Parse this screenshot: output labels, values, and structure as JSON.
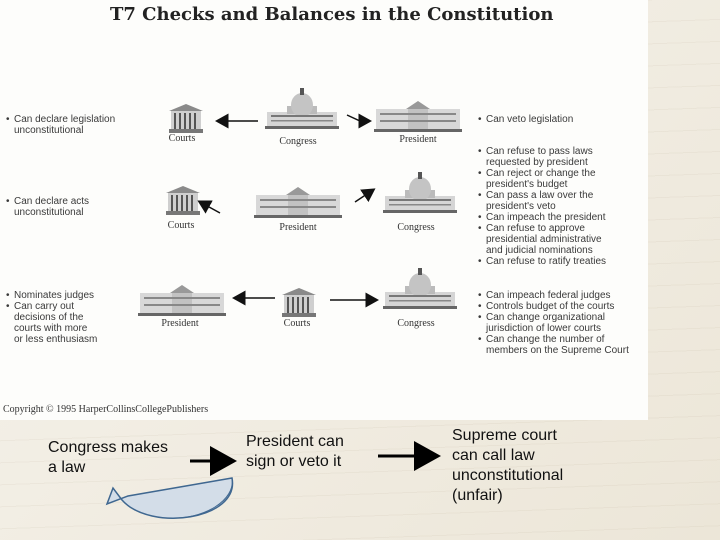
{
  "title": "T7  Checks and Balances in the Constitution",
  "copyright": "Copyright © 1995 HarperCollinsCollegePublishers",
  "rows": [
    {
      "left_bullets": [
        "Can declare legislation\nunconstitutional"
      ],
      "buildings": [
        "Courts",
        "Congress",
        "President"
      ],
      "right_bullets": [
        "Can veto legislation"
      ]
    },
    {
      "left_bullets": [
        "Can declare acts\nunconstitutional"
      ],
      "buildings": [
        "Courts",
        "President",
        "Congress"
      ],
      "right_bullets": [
        "Can refuse to pass laws\nrequested by president",
        "Can reject or change the\npresident's budget",
        "Can pass a law over the\npresident's veto",
        "Can impeach the president",
        "Can refuse to approve\npresidential administrative\nand judicial nominations",
        "Can refuse to ratify treaties"
      ]
    },
    {
      "left_bullets": [
        "Nominates judges",
        "Can carry out\ndecisions of the\ncourts with more\nor less enthusiasm"
      ],
      "buildings": [
        "President",
        "Courts",
        "Congress"
      ],
      "right_bullets": [
        "Can impeach federal judges",
        "Controls budget of the courts",
        "Can change organizational\njurisdiction of lower courts",
        "Can change the number of\nmembers on the Supreme Court"
      ]
    }
  ],
  "flow": {
    "step1": "Congress makes\na law",
    "step2": "President can\nsign or veto it",
    "step3": "Supreme court\ncan call law\nunconstitutional\n(unfair)"
  }
}
